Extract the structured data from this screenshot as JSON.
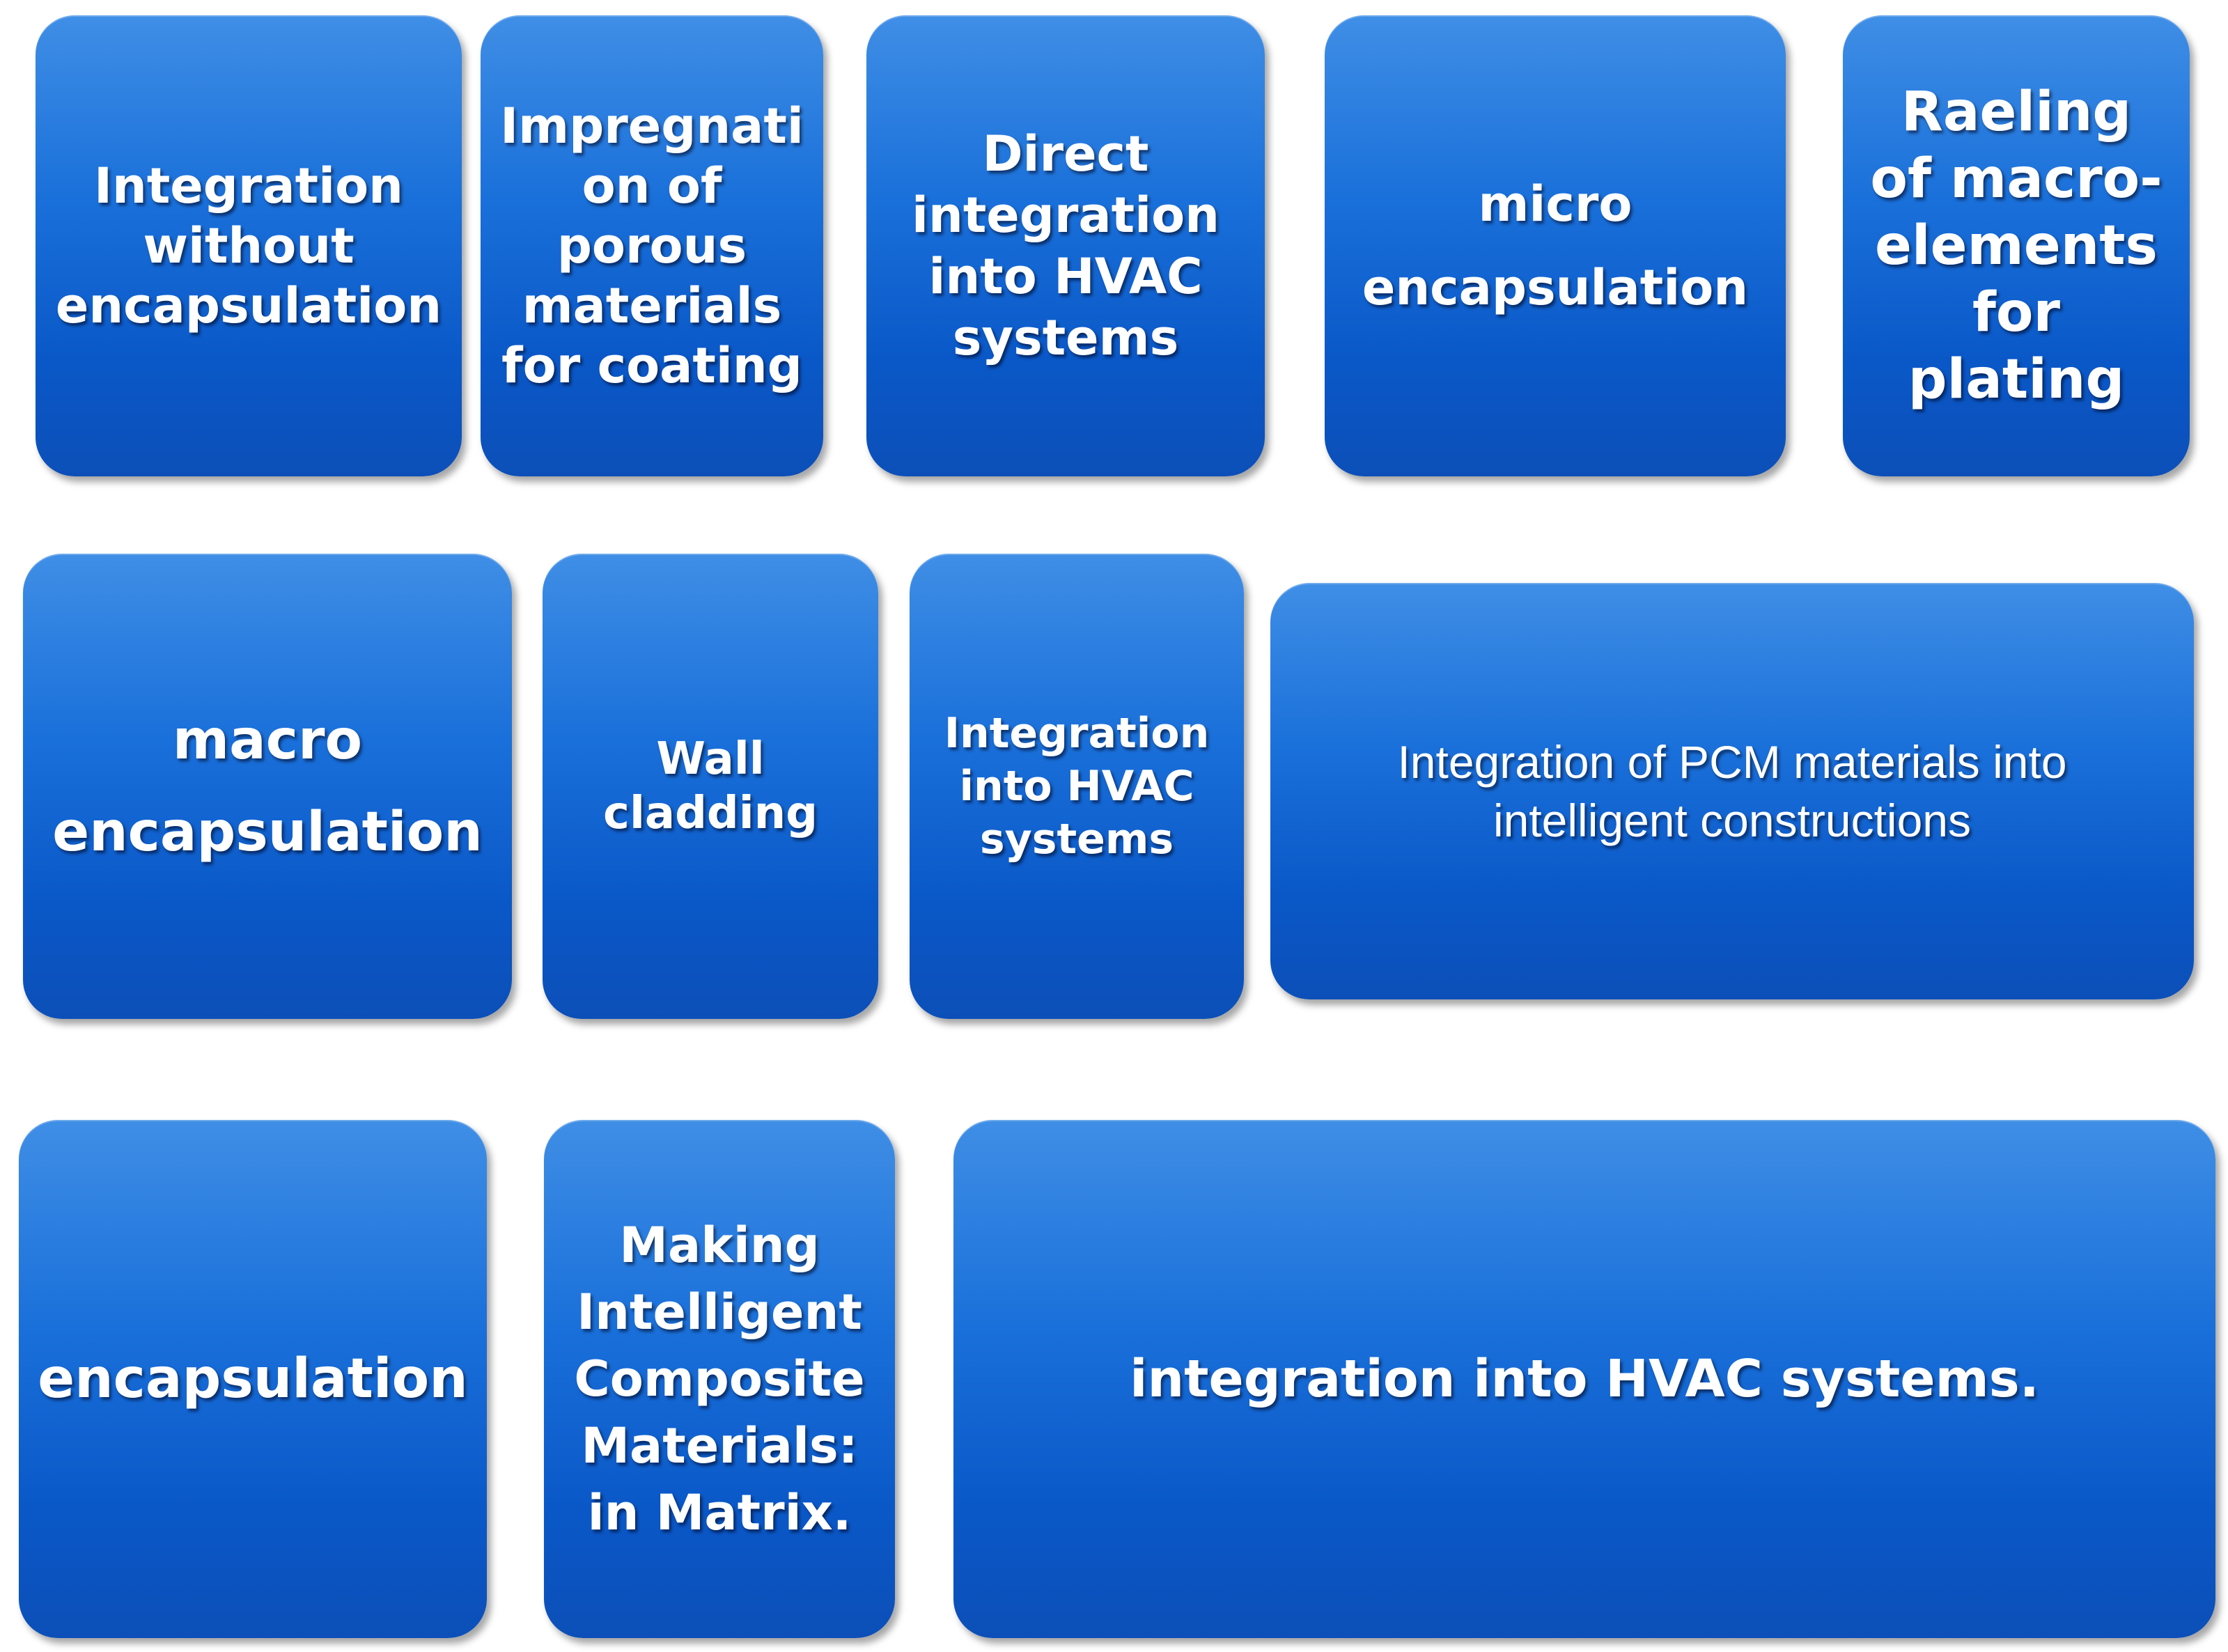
{
  "colors": {
    "tile_top": "#3f8ee6",
    "tile_bottom": "#0c4fb8",
    "text": "#ffffff",
    "background": "#ffffff"
  },
  "rows": [
    {
      "tiles": [
        {
          "label": "Integration\nwithout\nencapsulation"
        },
        {
          "label": "Impregnati\non of\nporous\nmaterials\nfor coating"
        },
        {
          "label": "Direct\nintegration\ninto HVAC\nsystems"
        },
        {
          "label": "micro\nencapsulation"
        },
        {
          "label": "Raeling\nof macro-\nelements\nfor\nplating"
        }
      ]
    },
    {
      "tiles": [
        {
          "label": "macro\nencapsulation"
        },
        {
          "label": "Wall\ncladding"
        },
        {
          "label": "Integration\ninto HVAC\nsystems"
        },
        {
          "label": "Integration of PCM materials into\nintelligent constructions"
        }
      ]
    },
    {
      "tiles": [
        {
          "label": "encapsulation"
        },
        {
          "label": "Making\nIntelligent\nComposite\nMaterials:\nin Matrix."
        },
        {
          "label": "integration into HVAC systems."
        }
      ]
    }
  ]
}
